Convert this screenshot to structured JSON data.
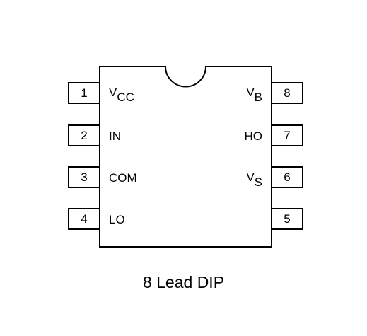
{
  "package": {
    "caption": "8 Lead DIP",
    "pins": [
      {
        "number": "1",
        "label": "V",
        "sub": "CC"
      },
      {
        "number": "2",
        "label": "IN",
        "sub": ""
      },
      {
        "number": "3",
        "label": "COM",
        "sub": ""
      },
      {
        "number": "4",
        "label": "LO",
        "sub": ""
      },
      {
        "number": "5",
        "label": "",
        "sub": ""
      },
      {
        "number": "6",
        "label": "V",
        "sub": "S"
      },
      {
        "number": "7",
        "label": "HO",
        "sub": ""
      },
      {
        "number": "8",
        "label": "V",
        "sub": "B"
      }
    ]
  }
}
